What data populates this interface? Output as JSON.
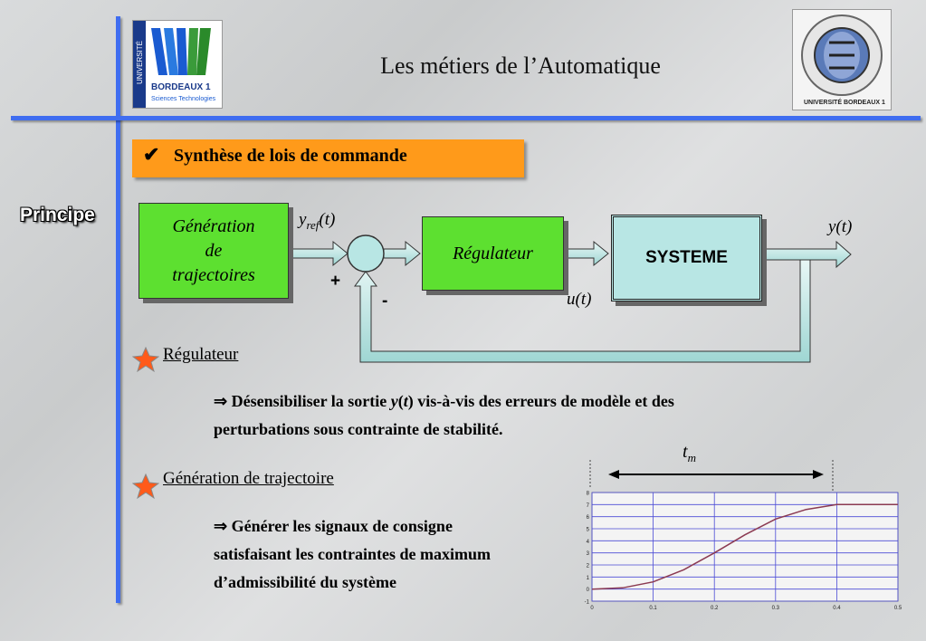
{
  "header": {
    "title": "Les métiers de l’Automatique"
  },
  "logos": {
    "left": {
      "line1": "BORDEAUX 1",
      "line2": "Sciences Technologies",
      "vertical": "UNIVERSITÉ"
    },
    "right": {
      "text": "UNIVERSITÉ BORDEAUX 1"
    }
  },
  "banner": {
    "check": "✔",
    "text": "Synthèse de lois de commande"
  },
  "side_label": "Principe",
  "diagram": {
    "gen_line1": "Génération",
    "gen_line2": "de",
    "gen_line3": "trajectoires",
    "regulator": "Régulateur",
    "system": "SYSTEME",
    "yref_main": "y",
    "yref_sub": "ref",
    "yref_arg": "(t)",
    "y_label": "y(t)",
    "u_label": "u(t)",
    "plus": "+",
    "minus": "-"
  },
  "section1": {
    "heading": "Régulateur",
    "arrow": "⇒",
    "text1": "Désensibiliser la sortie ",
    "text_y": "y",
    "text_paren_open": "(",
    "text_t": "t",
    "text_paren_close": ")",
    "text2": " vis-à-vis des erreurs de modèle et des",
    "text3": "perturbations sous contrainte de stabilité."
  },
  "section2": {
    "heading": "Génération de trajectoire",
    "arrow": "⇒",
    "line1": "Générer les signaux de consigne",
    "line2": "satisfaisant les contraintes de maximum",
    "line3": "d’admissibilité du système"
  },
  "tm_main": "t",
  "tm_sub": "m",
  "chart_data": {
    "type": "line",
    "x": [
      0,
      0.05,
      0.1,
      0.15,
      0.2,
      0.25,
      0.3,
      0.35,
      0.4,
      0.45,
      0.5
    ],
    "y": [
      0,
      0.1,
      0.6,
      1.6,
      3.0,
      4.5,
      5.8,
      6.6,
      7.0,
      7.0,
      7.0
    ],
    "xlim": [
      0,
      0.5
    ],
    "ylim": [
      -1,
      8
    ],
    "x_ticks": [
      "0",
      "0.1",
      "0.2",
      "0.3",
      "0.4",
      "0.5"
    ],
    "y_ticks": [
      "8",
      "7",
      "6",
      "5",
      "4",
      "3",
      "2",
      "1",
      "0",
      "-1"
    ],
    "line_color": "#8b3a52",
    "grid": true
  }
}
